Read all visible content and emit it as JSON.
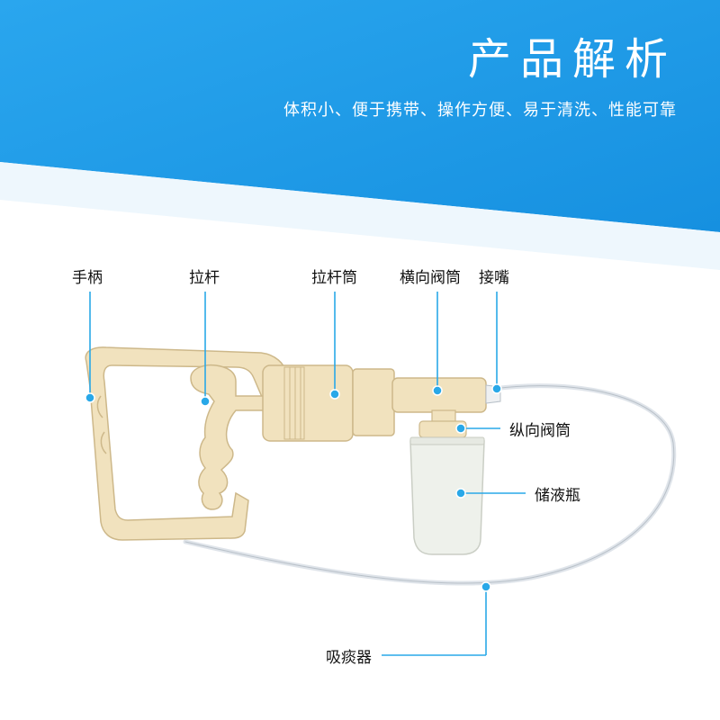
{
  "header": {
    "title": "产品解析",
    "subtitle": "体积小、便于携带、操作方便、易于清洗、性能可靠"
  },
  "parts": [
    {
      "id": "handle",
      "label": "手柄"
    },
    {
      "id": "pull-rod",
      "label": "拉杆"
    },
    {
      "id": "rod-cylinder",
      "label": "拉杆筒"
    },
    {
      "id": "horizontal-valve",
      "label": "横向阀筒"
    },
    {
      "id": "nozzle",
      "label": "接嘴"
    },
    {
      "id": "vertical-valve",
      "label": "纵向阀筒"
    },
    {
      "id": "liquid-bottle",
      "label": "储液瓶"
    },
    {
      "id": "suction-tube",
      "label": "吸痰器"
    }
  ],
  "colors": {
    "header_blue": "#1e9ae6",
    "leader_line": "#29a8e8",
    "product_body": "#f1e2be",
    "product_outline": "#cdb88a"
  }
}
